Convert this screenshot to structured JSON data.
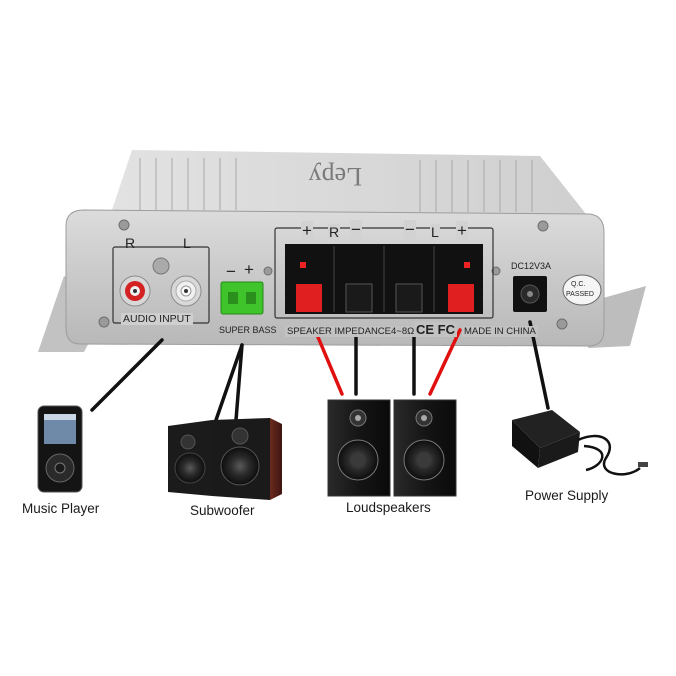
{
  "amplifier": {
    "channel_r": "R",
    "channel_l": "L",
    "audio_input": "AUDIO INPUT",
    "super_bass": "SUPER BASS",
    "speaker_impedance": "SPEAKER IMPEDANCE4~8Ω",
    "ce_fc": "CE FC",
    "made_in": "MADE IN CHINA",
    "dc_rating": "DC12V3A",
    "qc_line1": "Q.C.",
    "qc_line2": "PASSED",
    "brand": "Lepy",
    "sub_minus": "−",
    "sub_plus": "+",
    "spk_r_plus": "+",
    "spk_r_minus": "−",
    "spk_l_minus": "−",
    "spk_l_plus": "+",
    "spk_r": "R",
    "spk_l": "L"
  },
  "devices": {
    "music_player": "Music Player",
    "subwoofer": "Subwoofer",
    "loudspeakers": "Loudspeakers",
    "power_supply": "Power Supply"
  },
  "colors": {
    "positive_wire": "#e01010",
    "negative_wire": "#111111",
    "sub_terminal": "#3fc42c",
    "speaker_clip_red": "#e02020"
  }
}
